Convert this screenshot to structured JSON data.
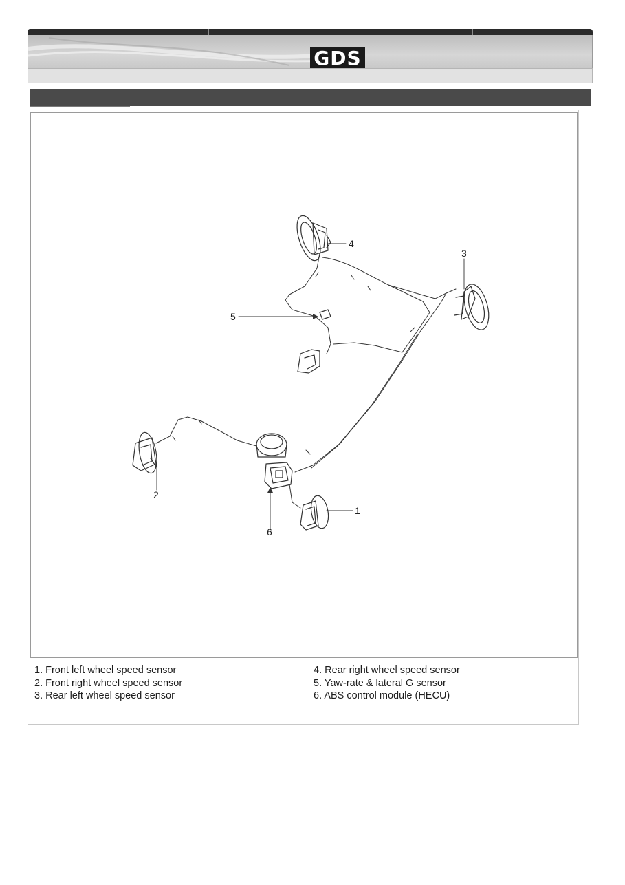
{
  "header": {
    "logo_text": "GDS"
  },
  "figure": {
    "callouts": [
      "1",
      "2",
      "3",
      "4",
      "5",
      "6"
    ]
  },
  "legend": {
    "left": [
      "1. Front left wheel speed sensor",
      "2. Front right wheel speed sensor",
      "3. Rear left wheel speed sensor"
    ],
    "right": [
      "4. Rear right wheel speed sensor",
      "5. Yaw-rate & lateral G sensor",
      "6. ABS control module (HECU)"
    ]
  },
  "colors": {
    "banner_dark": "#2a2a2a",
    "section_bar": "#4a4a4a",
    "line_art": "#333333"
  }
}
